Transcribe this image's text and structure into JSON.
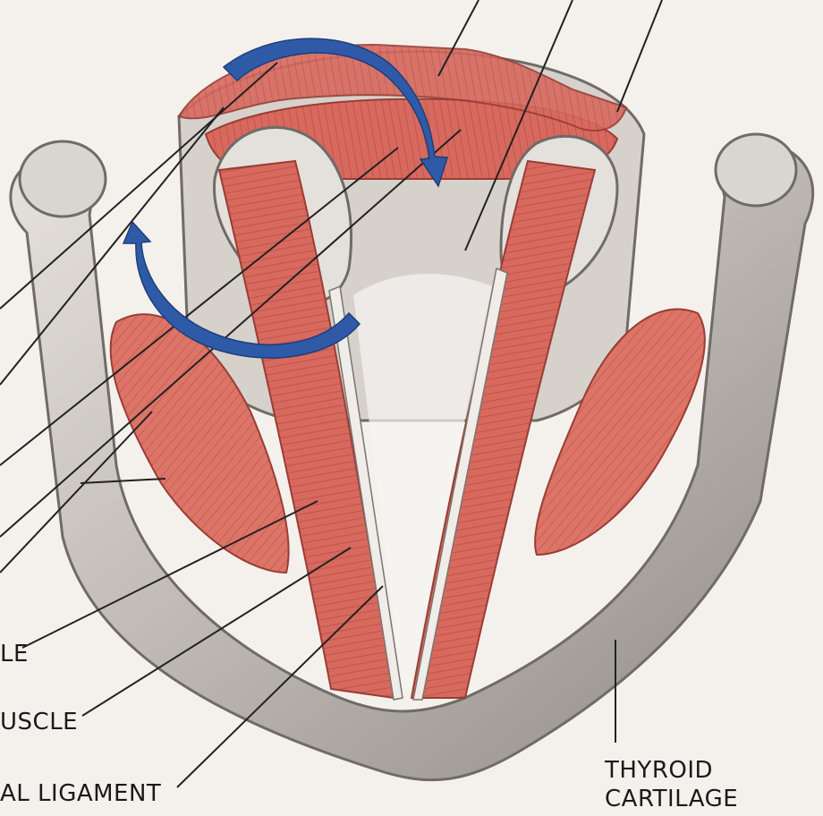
{
  "labels": {
    "muscle_a_fragment": "LE",
    "muscle_b_fragment": "USCLE",
    "ligament_fragment": "AL  LIGAMENT",
    "thyroid_line1": "THYROID",
    "thyroid_line2": "CARTILAGE"
  },
  "colors": {
    "background": "#f4f1ec",
    "cartilage": "#cfcac4",
    "cartilage_shadow": "#8e8a86",
    "muscle": "#d6675d",
    "muscle_dark": "#b3453c",
    "arrow": "#2f5aa8",
    "leader_line": "#222222"
  }
}
